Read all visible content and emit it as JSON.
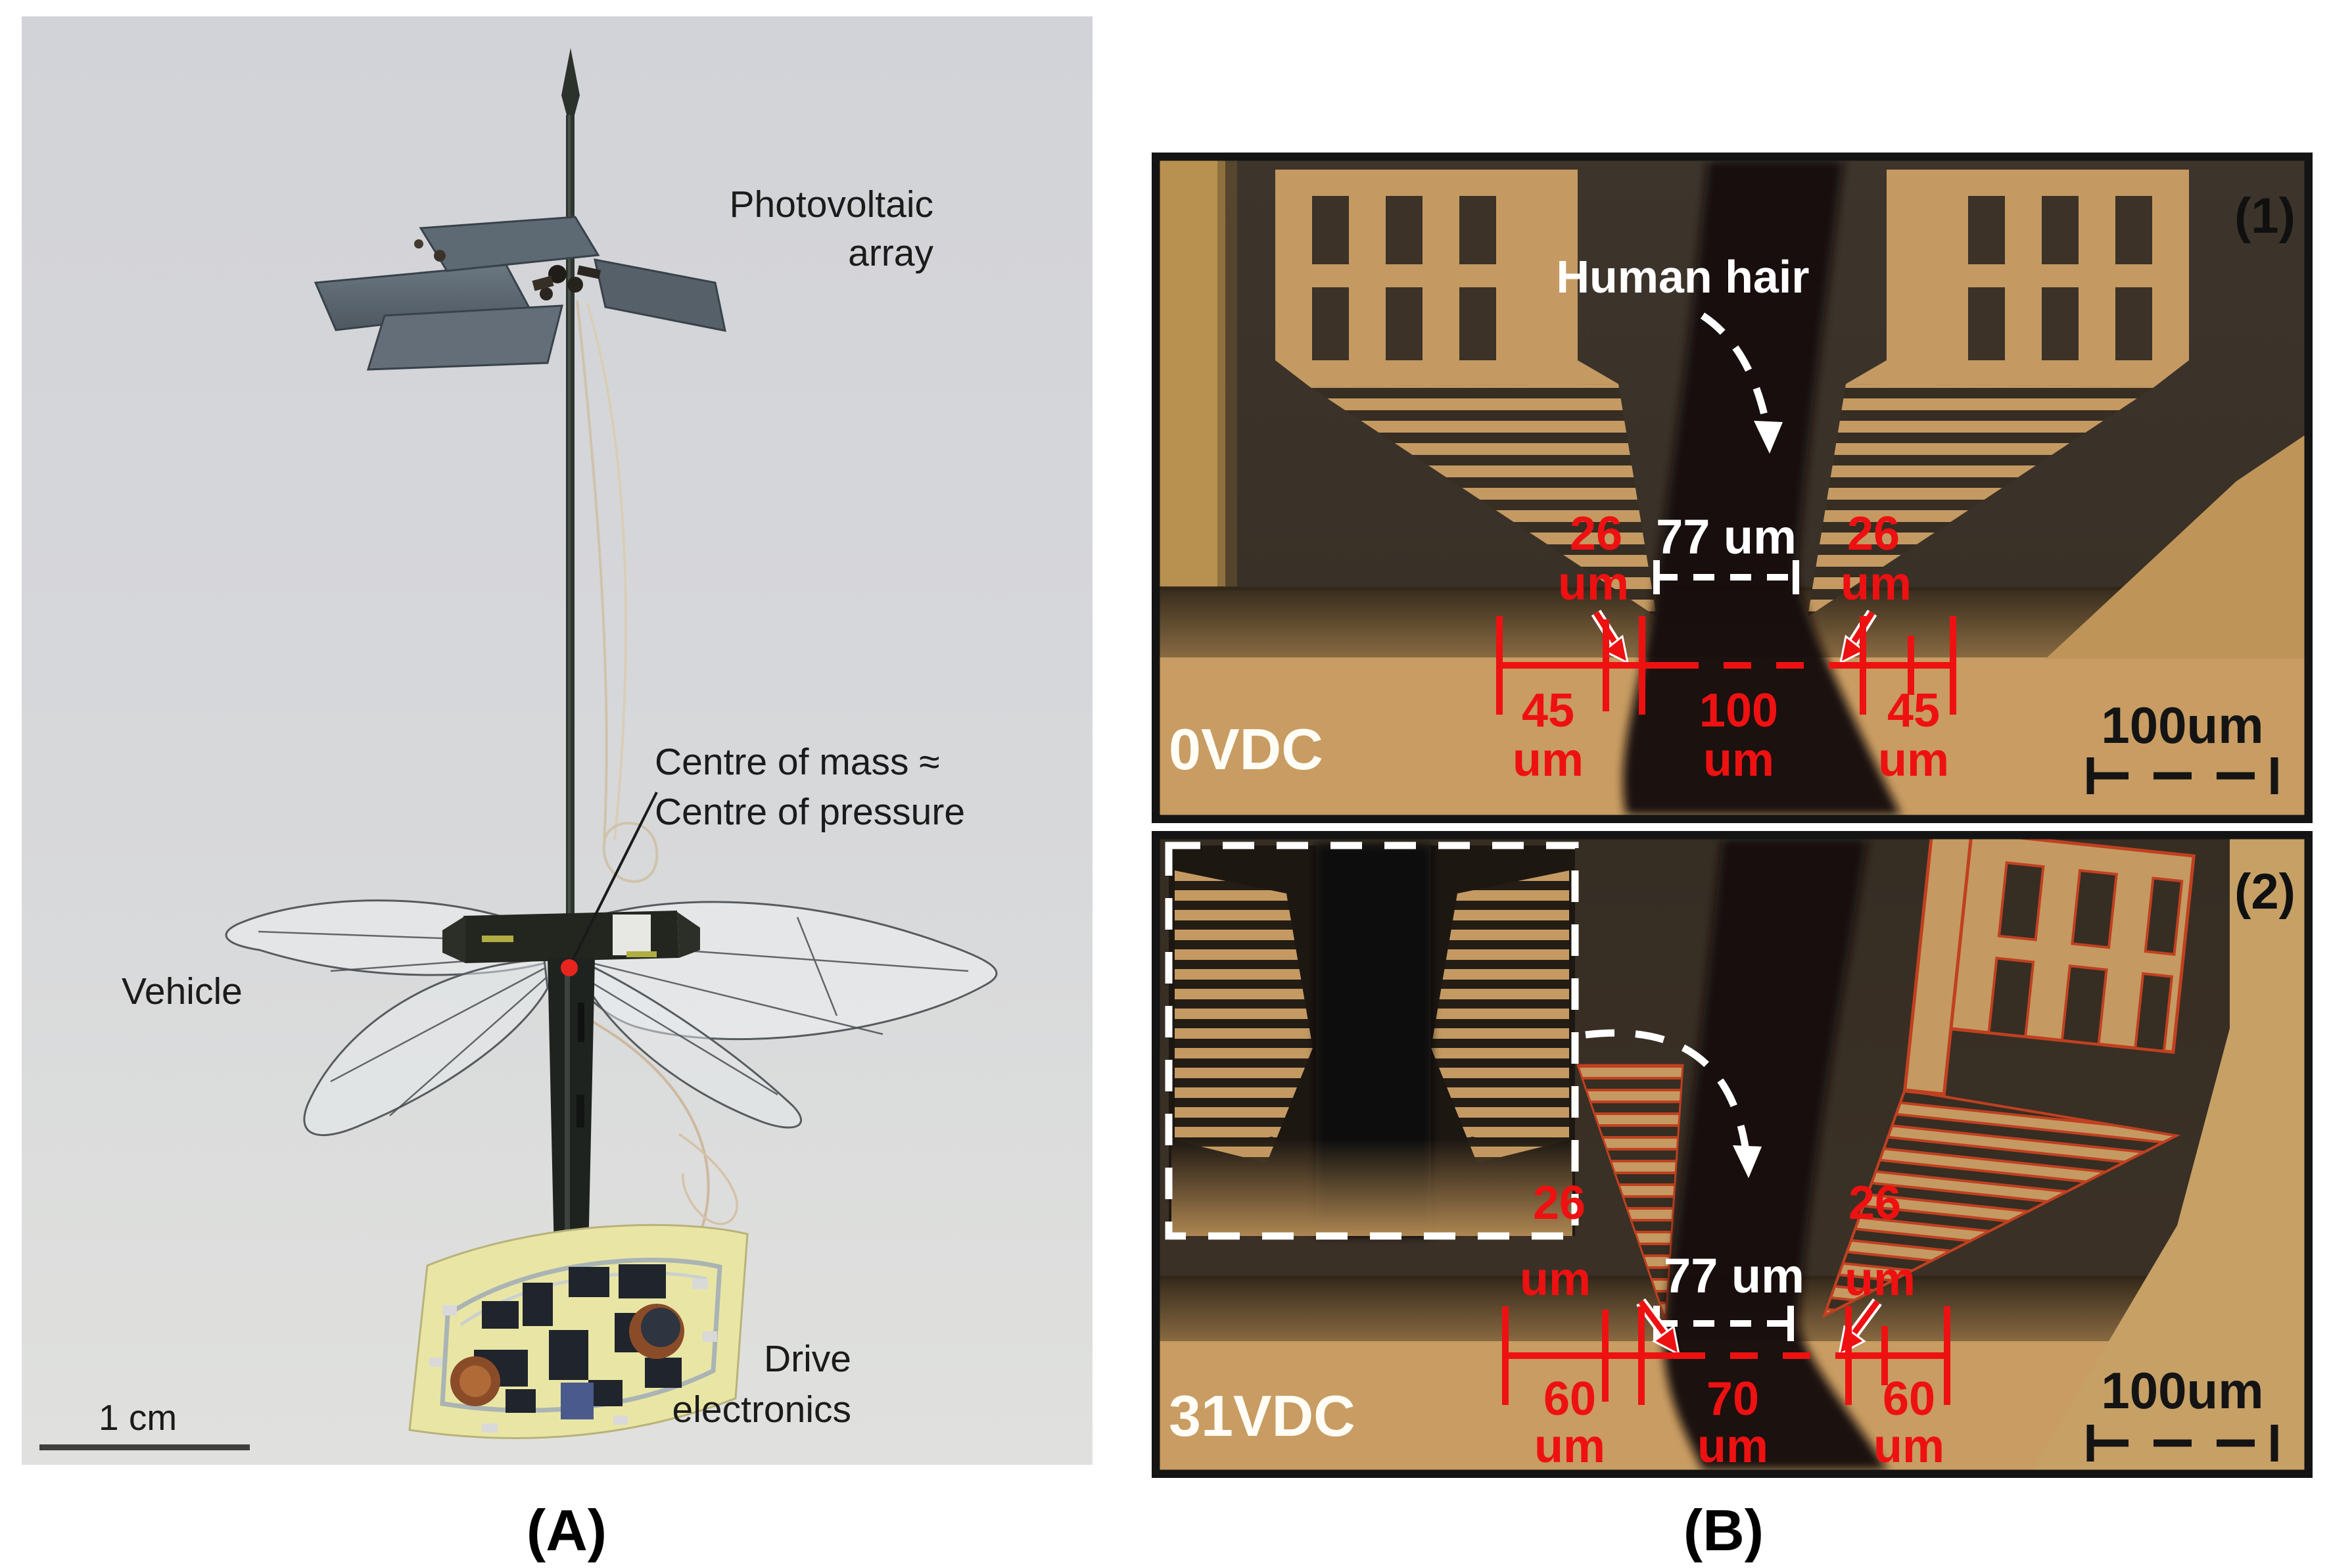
{
  "figure": {
    "panel_a_label": "(A)",
    "panel_b_label": "(B)"
  },
  "panel_a": {
    "labels": {
      "photovoltaic_line1": "Photovoltaic",
      "photovoltaic_line2": "array",
      "centre_line1": "Centre of mass ≈",
      "centre_line2": "Centre of pressure",
      "vehicle": "Vehicle",
      "drive_line1": "Drive",
      "drive_line2": "electronics",
      "scale_bar": "1 cm"
    }
  },
  "panel_b": {
    "image1": {
      "index_label": "(1)",
      "voltage_label": "0VDC",
      "hair_annotation": "Human hair",
      "hair_width_label": "77 um",
      "gap_left": {
        "value": "26",
        "unit": "um"
      },
      "gap_right": {
        "value": "26",
        "unit": "um"
      },
      "measurements": [
        {
          "value": "45",
          "unit": "um"
        },
        {
          "value": "100",
          "unit": "um"
        },
        {
          "value": "45",
          "unit": "um"
        }
      ],
      "scale_bar": "100um"
    },
    "image2": {
      "index_label": "(2)",
      "voltage_label": "31VDC",
      "hair_width_label": "77 um",
      "gap_left": {
        "value": "26",
        "unit": "um"
      },
      "gap_right": {
        "value": "26",
        "unit": "um"
      },
      "measurements": [
        {
          "value": "60",
          "unit": "um"
        },
        {
          "value": "70",
          "unit": "um"
        },
        {
          "value": "60",
          "unit": "um"
        }
      ],
      "scale_bar": "100um"
    }
  },
  "colors": {
    "annotation_red": "#ee1111",
    "micrograph_gold": "#c49a62",
    "micrograph_dark_background": "#3a3026",
    "hair_black": "#16110c",
    "voltage_outline_red": "#c04020",
    "photo_background": "#d6d7da",
    "page_background": "#ffffff",
    "label_black": "#1b1b1b"
  }
}
